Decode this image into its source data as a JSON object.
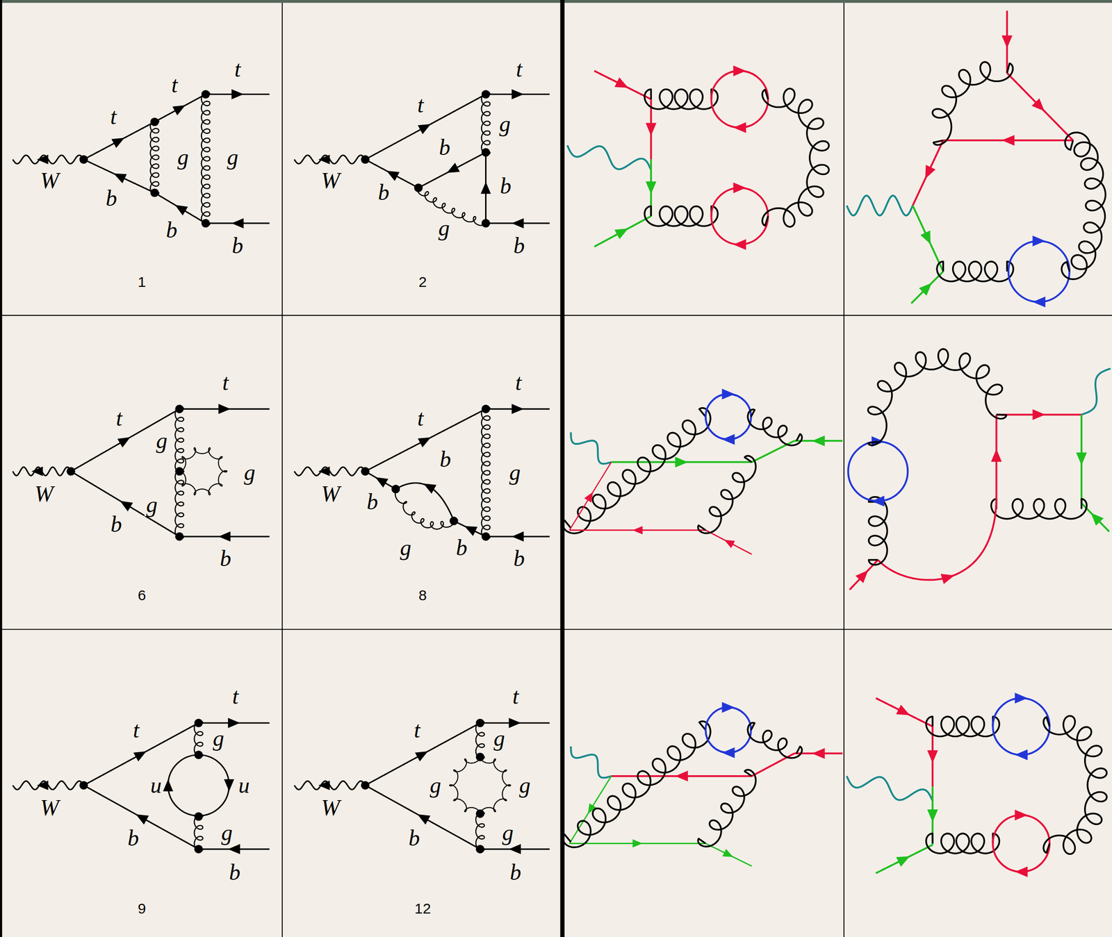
{
  "diagram": {
    "labels": [
      "t",
      "t",
      "t",
      "g",
      "g",
      "W",
      "b",
      "b",
      "b",
      "1",
      "t",
      "t",
      "g",
      "b",
      "W",
      "b",
      "b",
      "g",
      "b",
      "2",
      "t",
      "t",
      "g",
      "g",
      "W",
      "g",
      "b",
      "b",
      "6",
      "t",
      "t",
      "b",
      "g",
      "W",
      "b",
      "g",
      "b",
      "b",
      "8",
      "t",
      "t",
      "g",
      "u",
      "u",
      "W",
      "g",
      "b",
      "b",
      "9",
      "t",
      "t",
      "g",
      "g",
      "g",
      "W",
      "g",
      "b",
      "b",
      "12"
    ]
  }
}
